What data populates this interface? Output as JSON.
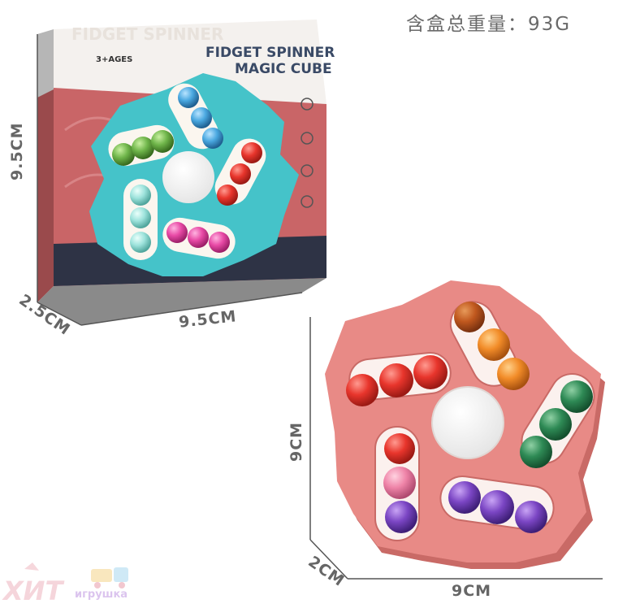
{
  "weight_label": "含盒总重量：93G",
  "box": {
    "brand_top": "FIDGET SPINNER",
    "title_line1": "FIDGET SPINNER",
    "title_line2": "MAGIC CUBE",
    "ages": "3+AGES",
    "height_label": "9.5CM",
    "width_label": "9.5CM",
    "depth_label": "2.5CM"
  },
  "toy": {
    "height_label": "9CM",
    "width_label": "9CM",
    "depth_label": "2CM"
  },
  "watermark": {
    "main": "ХИТ",
    "sub": "игрушка"
  },
  "colors": {
    "box_teal": "#45c3c9",
    "box_red": "#c96567",
    "toy_pink": "#e88a86",
    "ball_red": "#e8352c",
    "ball_orange": "#f28c28",
    "ball_green": "#2e8a55",
    "ball_purple": "#7b46c4",
    "ball_pink": "#ef84a8",
    "ball_blue": "#4aa8e0",
    "ball_mint": "#9ee3dc",
    "ball_lime": "#6fb54a",
    "ball_magenta": "#e84aa6"
  }
}
